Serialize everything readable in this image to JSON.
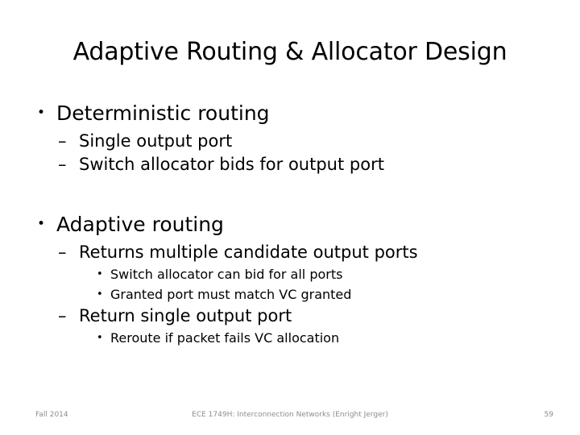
{
  "slide": {
    "title": "Adaptive Routing & Allocator Design",
    "background_color": "#ffffff",
    "text_color": "#000000",
    "bullet_marker_level1": "•",
    "bullet_marker_level2": "–",
    "bullet_marker_level3": "•",
    "content": [
      {
        "level": 1,
        "text": "Deterministic routing"
      },
      {
        "level": 2,
        "text": "Single output port"
      },
      {
        "level": 2,
        "text": "Switch allocator bids for output port"
      },
      {
        "level": 1,
        "text": "Adaptive routing"
      },
      {
        "level": 2,
        "text": "Returns multiple candidate output ports"
      },
      {
        "level": 3,
        "text": "Switch allocator can bid for all ports"
      },
      {
        "level": 3,
        "text": "Granted port must match VC granted"
      },
      {
        "level": 2,
        "text": "Return single output port"
      },
      {
        "level": 3,
        "text": "Reroute if packet fails VC allocation"
      }
    ]
  },
  "footer": {
    "left": "Fall 2014",
    "center": "ECE 1749H: Interconnection Networks (Enright Jerger)",
    "page_number": "59",
    "color": "#8d8d8d"
  }
}
